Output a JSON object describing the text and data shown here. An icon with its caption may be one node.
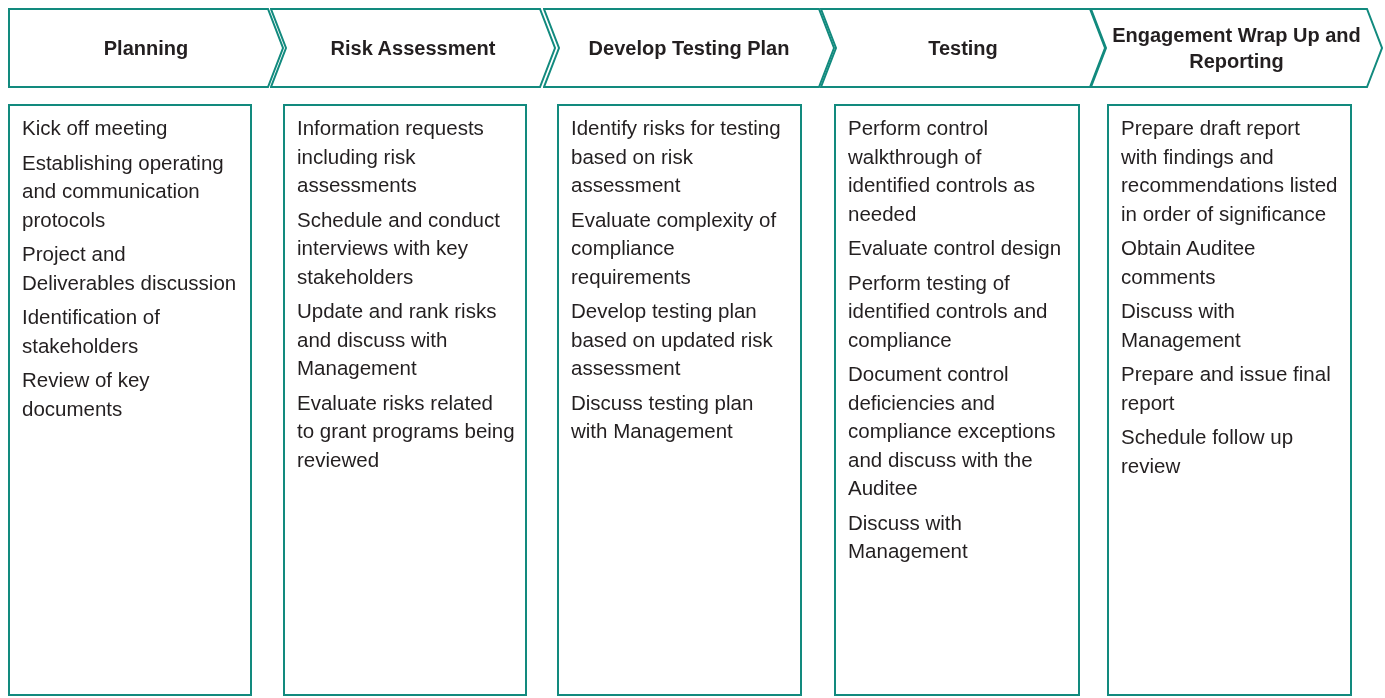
{
  "diagram": {
    "nodes": [
      {
        "text": [
          "Planning"
        ]
      },
      {
        "text": [
          "Risk Assessment"
        ]
      },
      {
        "text": [
          "Develop Testing Plan"
        ]
      },
      {
        "text": [
          "Testing"
        ]
      },
      {
        "text": [
          "Engagement Wrap Up and Reporting"
        ]
      },
      {
        "text": [
          "Kick off meeting",
          "Establishing operating and communication protocols",
          "Project and Deliverables discussion",
          "Identification of stakeholders",
          "Review of key documents"
        ]
      },
      {
        "text": [
          "Information requests including risk assessments",
          "Schedule and conduct interviews with key stakeholders",
          "Update and rank risks and discuss with Management",
          "Evaluate risks related to grant programs being reviewed"
        ]
      },
      {
        "text": [
          "Identify risks for testing based on risk assessment",
          "Evaluate complexity of compliance requirements",
          "Develop testing plan based on updated risk assessment",
          "Discuss testing plan with Management"
        ]
      },
      {
        "text": [
          "Perform control walkthrough of identified controls as needed",
          "Evaluate control design",
          "Perform testing of identified controls and compliance",
          "Document control deficiencies and compliance exceptions and discuss with the Auditee",
          "Discuss with Management"
        ]
      },
      {
        "text": [
          "Prepare draft report with findings and recommendations listed in order of significance",
          "Obtain Auditee comments",
          "Discuss with Management",
          "Prepare and issue final report",
          "Schedule follow up review"
        ]
      }
    ]
  }
}
